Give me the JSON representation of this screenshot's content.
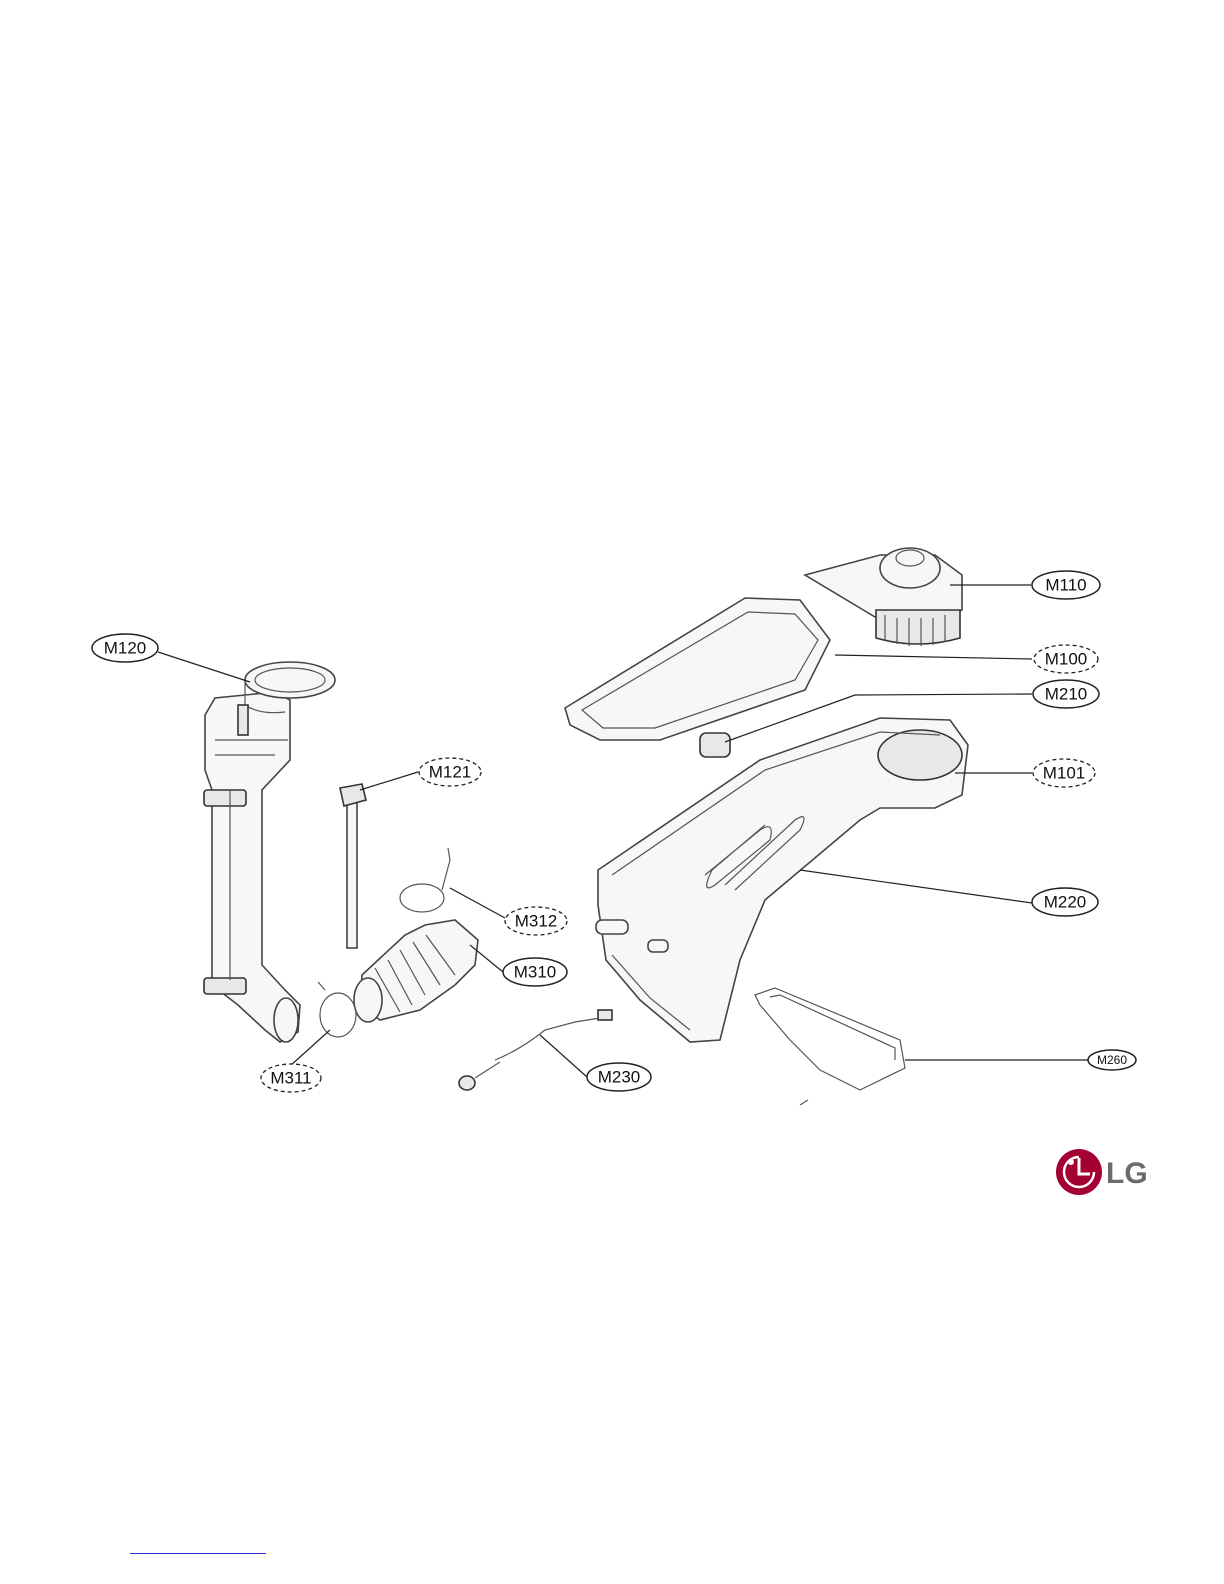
{
  "parts": {
    "M120": "M120",
    "M121": "M121",
    "M312": "M312",
    "M310": "M310",
    "M311": "M311",
    "M230": "M230",
    "M110": "M110",
    "M100": "M100",
    "M210": "M210",
    "M101": "M101",
    "M220": "M220",
    "M260": "M260"
  },
  "logo": {
    "text": "LG",
    "brand_color": "#a50034",
    "text_color": "#6b6b6b"
  },
  "colors": {
    "line": "#222222",
    "link": "#2a2acc"
  }
}
